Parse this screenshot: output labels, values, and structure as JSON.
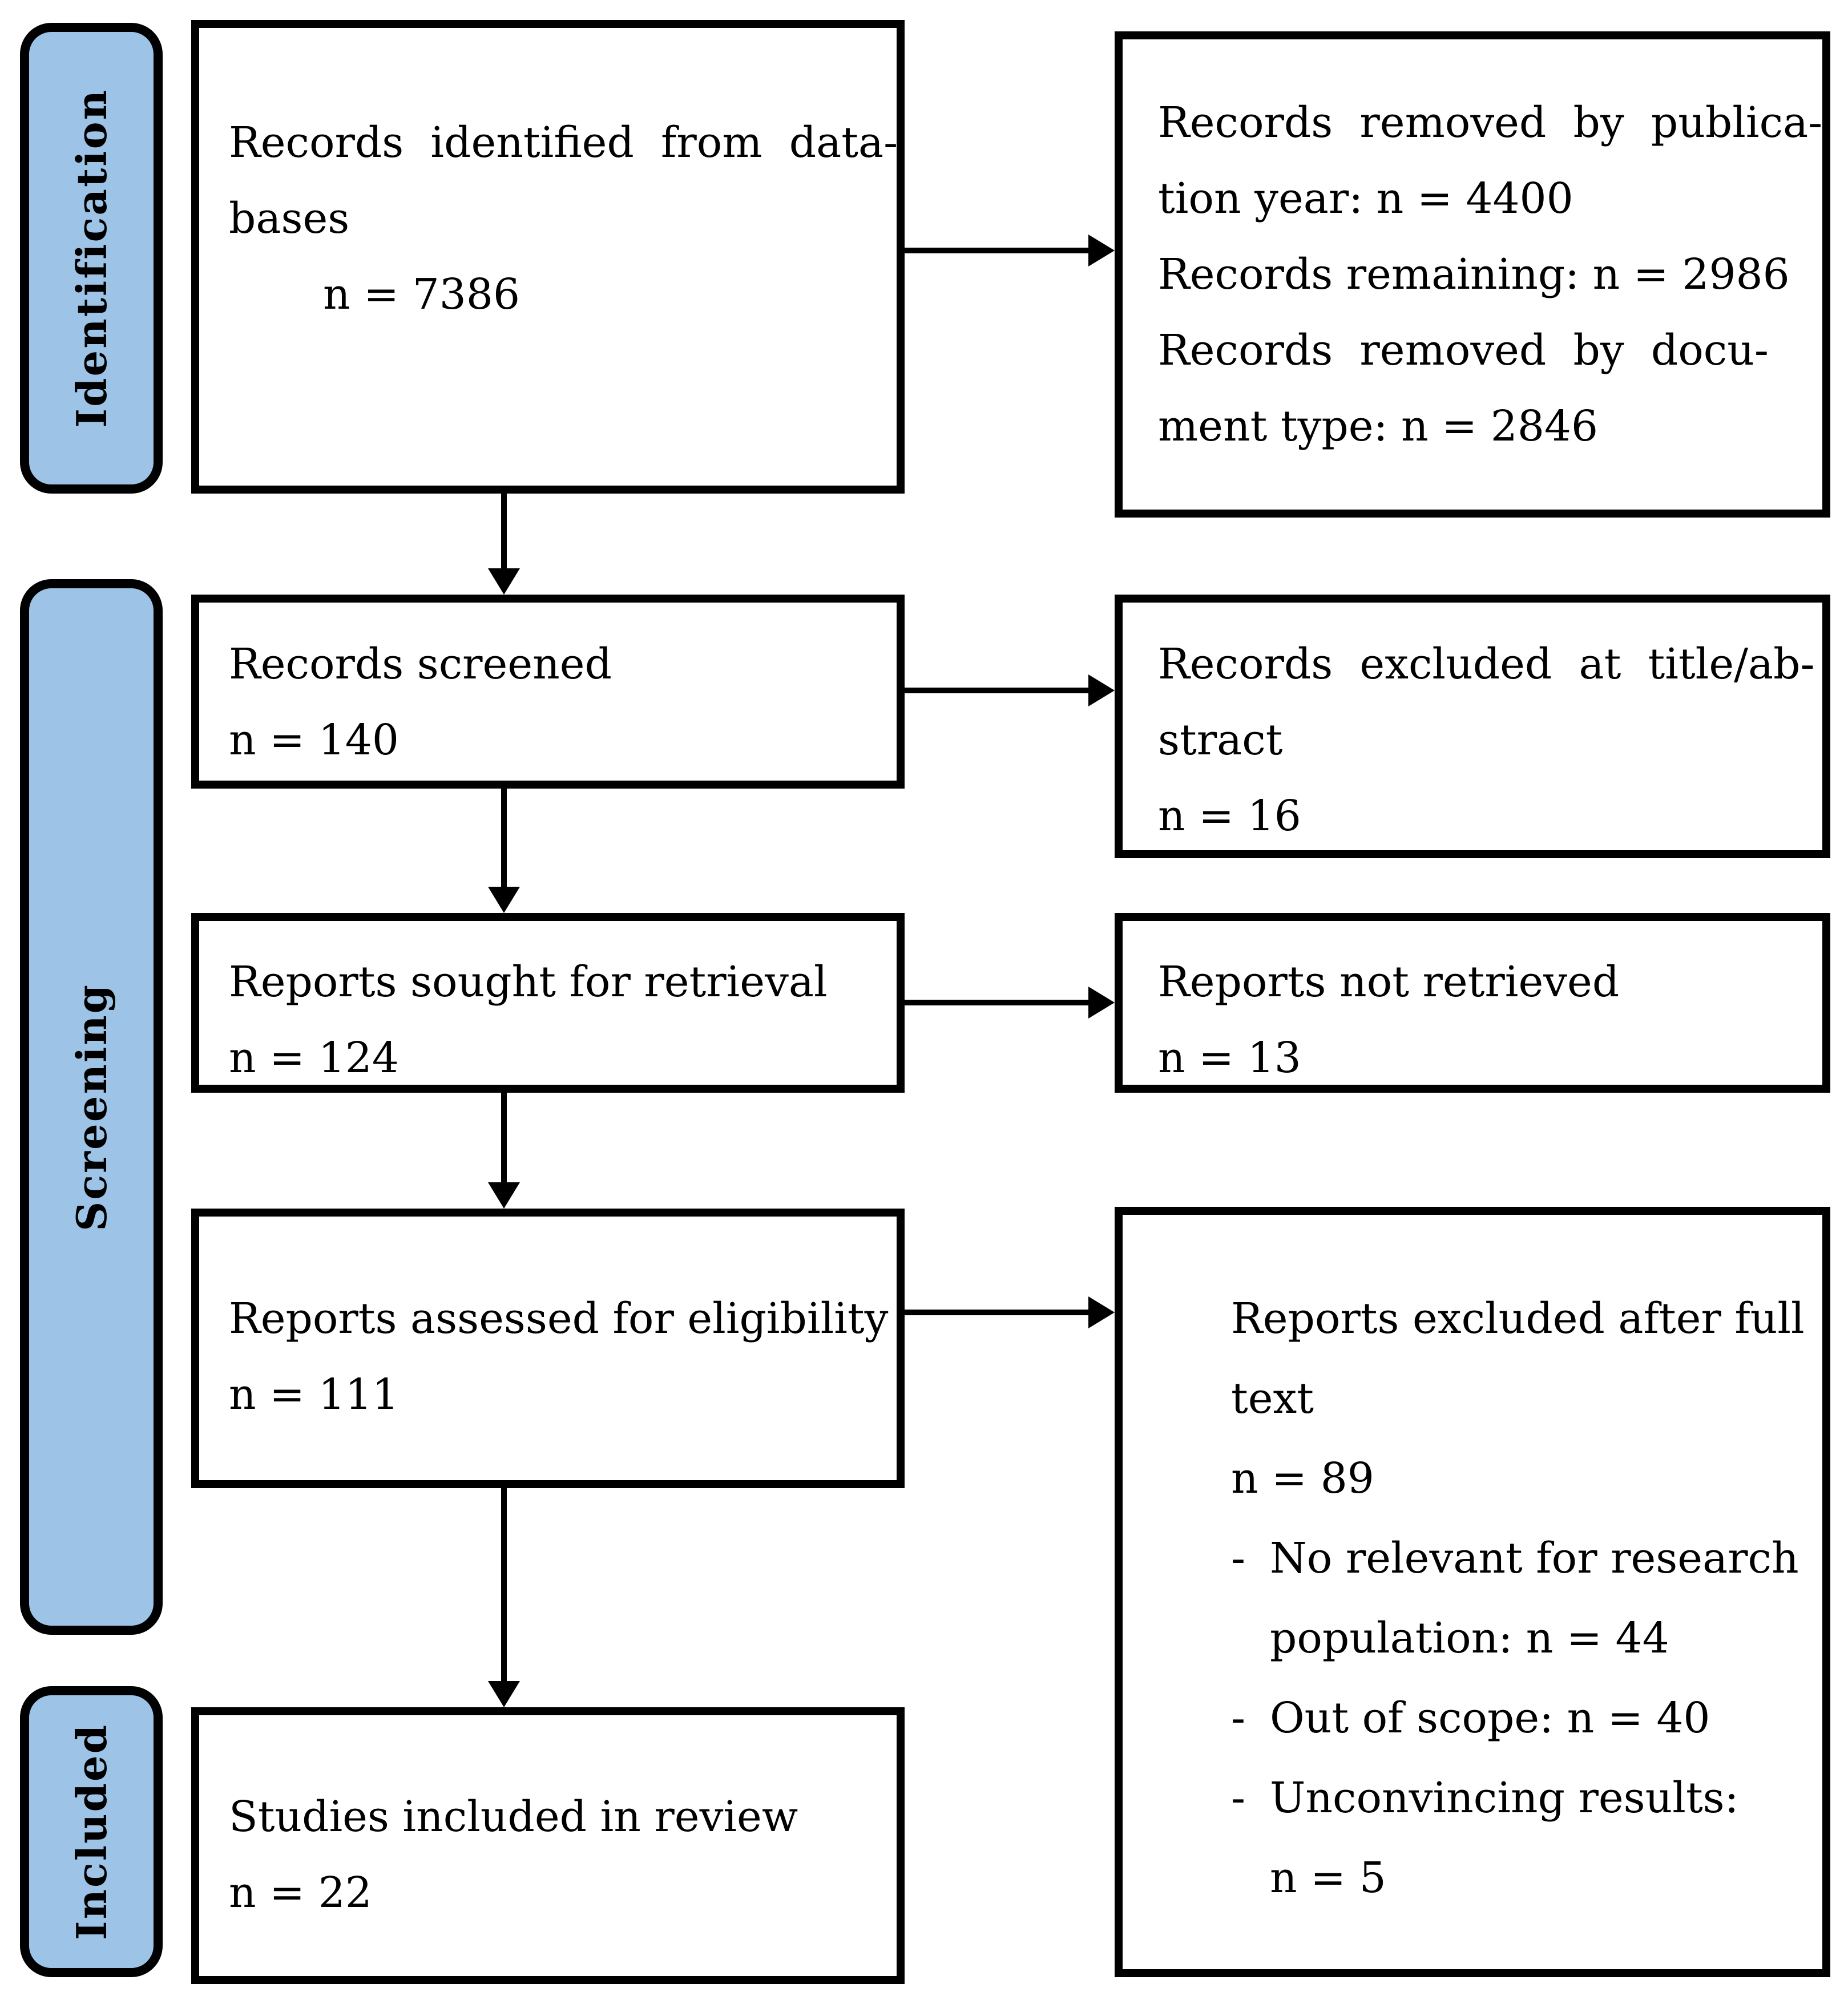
{
  "stages": {
    "identification": "Identification",
    "screening": "Screening",
    "included": "Included"
  },
  "boxes": {
    "identified": {
      "line1": "Records identified from data-",
      "line2": "bases",
      "line3": "n = 7386"
    },
    "removed_pre_screen": {
      "line1": "Records removed by publica-",
      "line2": "tion year: n = 4400",
      "line3": "Records remaining: n = 2986",
      "line4": "Records removed by docu-",
      "line5": "ment type: n = 2846"
    },
    "screened": {
      "line1": "Records screened",
      "line2": "n = 140"
    },
    "excluded_title_abstract": {
      "line1": "Records excluded at title/ab-",
      "line2": "stract",
      "line3": "n = 16"
    },
    "sought": {
      "line1": "Reports sought for retrieval",
      "line2": "n = 124"
    },
    "not_retrieved": {
      "line1": "Reports not retrieved",
      "line2": "n = 13"
    },
    "assessed": {
      "line1": "Reports assessed for eligibility",
      "line2": "n = 111"
    },
    "excluded_full_text": {
      "line1": "Reports excluded after full",
      "line2": "text",
      "line3": "n = 89",
      "bullet_char": "-",
      "reason1": "No relevant for research",
      "reason1_cont": "population: n = 44",
      "reason2": "Out of scope: n = 40",
      "reason3": "Unconvincing results:",
      "reason3_cont": "n = 5"
    },
    "included_review": {
      "line1": "Studies included in review",
      "line2": "n = 22"
    }
  },
  "colors": {
    "stage_fill": "#9DC3E6",
    "line_color": "#000000",
    "background": "#FFFFFF"
  }
}
